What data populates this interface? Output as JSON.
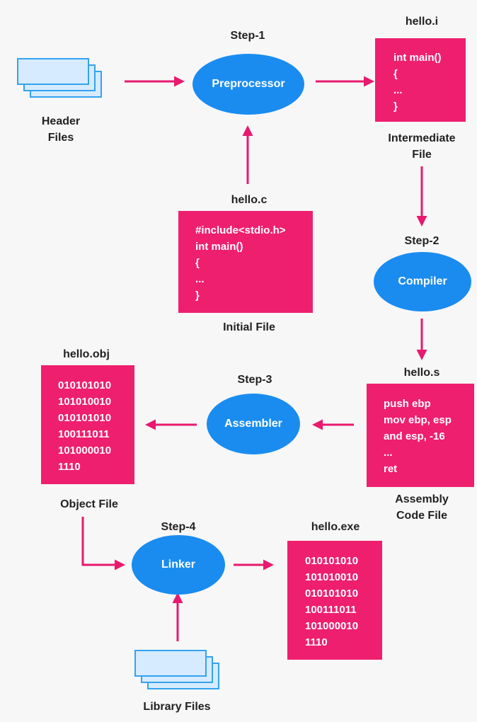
{
  "steps": {
    "step1": {
      "label": "Step-1",
      "process": "Preprocessor"
    },
    "step2": {
      "label": "Step-2",
      "process": "Compiler"
    },
    "step3": {
      "label": "Step-3",
      "process": "Assembler"
    },
    "step4": {
      "label": "Step-4",
      "process": "Linker"
    }
  },
  "inputs": {
    "header_files": [
      "Header",
      "Files"
    ],
    "library_files": "Library Files"
  },
  "files": {
    "source": {
      "filename": "hello.c",
      "caption": "Initial File",
      "lines": [
        "#include<stdio.h>",
        "int main()",
        "{",
        "...",
        "}"
      ]
    },
    "intermediate": {
      "filename": "hello.i",
      "caption": [
        "Intermediate",
        "File"
      ],
      "lines": [
        "int main()",
        "{",
        "...",
        "}"
      ]
    },
    "assembly": {
      "filename": "hello.s",
      "caption": [
        "Assembly",
        "Code File"
      ],
      "lines": [
        "push ebp",
        "mov ebp, esp",
        "and esp, -16",
        "...",
        "ret"
      ]
    },
    "object": {
      "filename": "hello.obj",
      "caption": "Object File",
      "lines": [
        "010101010",
        "101010010",
        "010101010",
        "100111011",
        "101000010",
        "1110"
      ]
    },
    "executable": {
      "filename": "hello.exe",
      "lines": [
        "010101010",
        "101010010",
        "010101010",
        "100111011",
        "101000010",
        "1110"
      ]
    }
  },
  "colors": {
    "process": "#1a8cf0",
    "file_box": "#ee1f6f",
    "arrow": "#e8196e",
    "stack_fill": "#d6ebff",
    "stack_border": "#33a3ee"
  }
}
